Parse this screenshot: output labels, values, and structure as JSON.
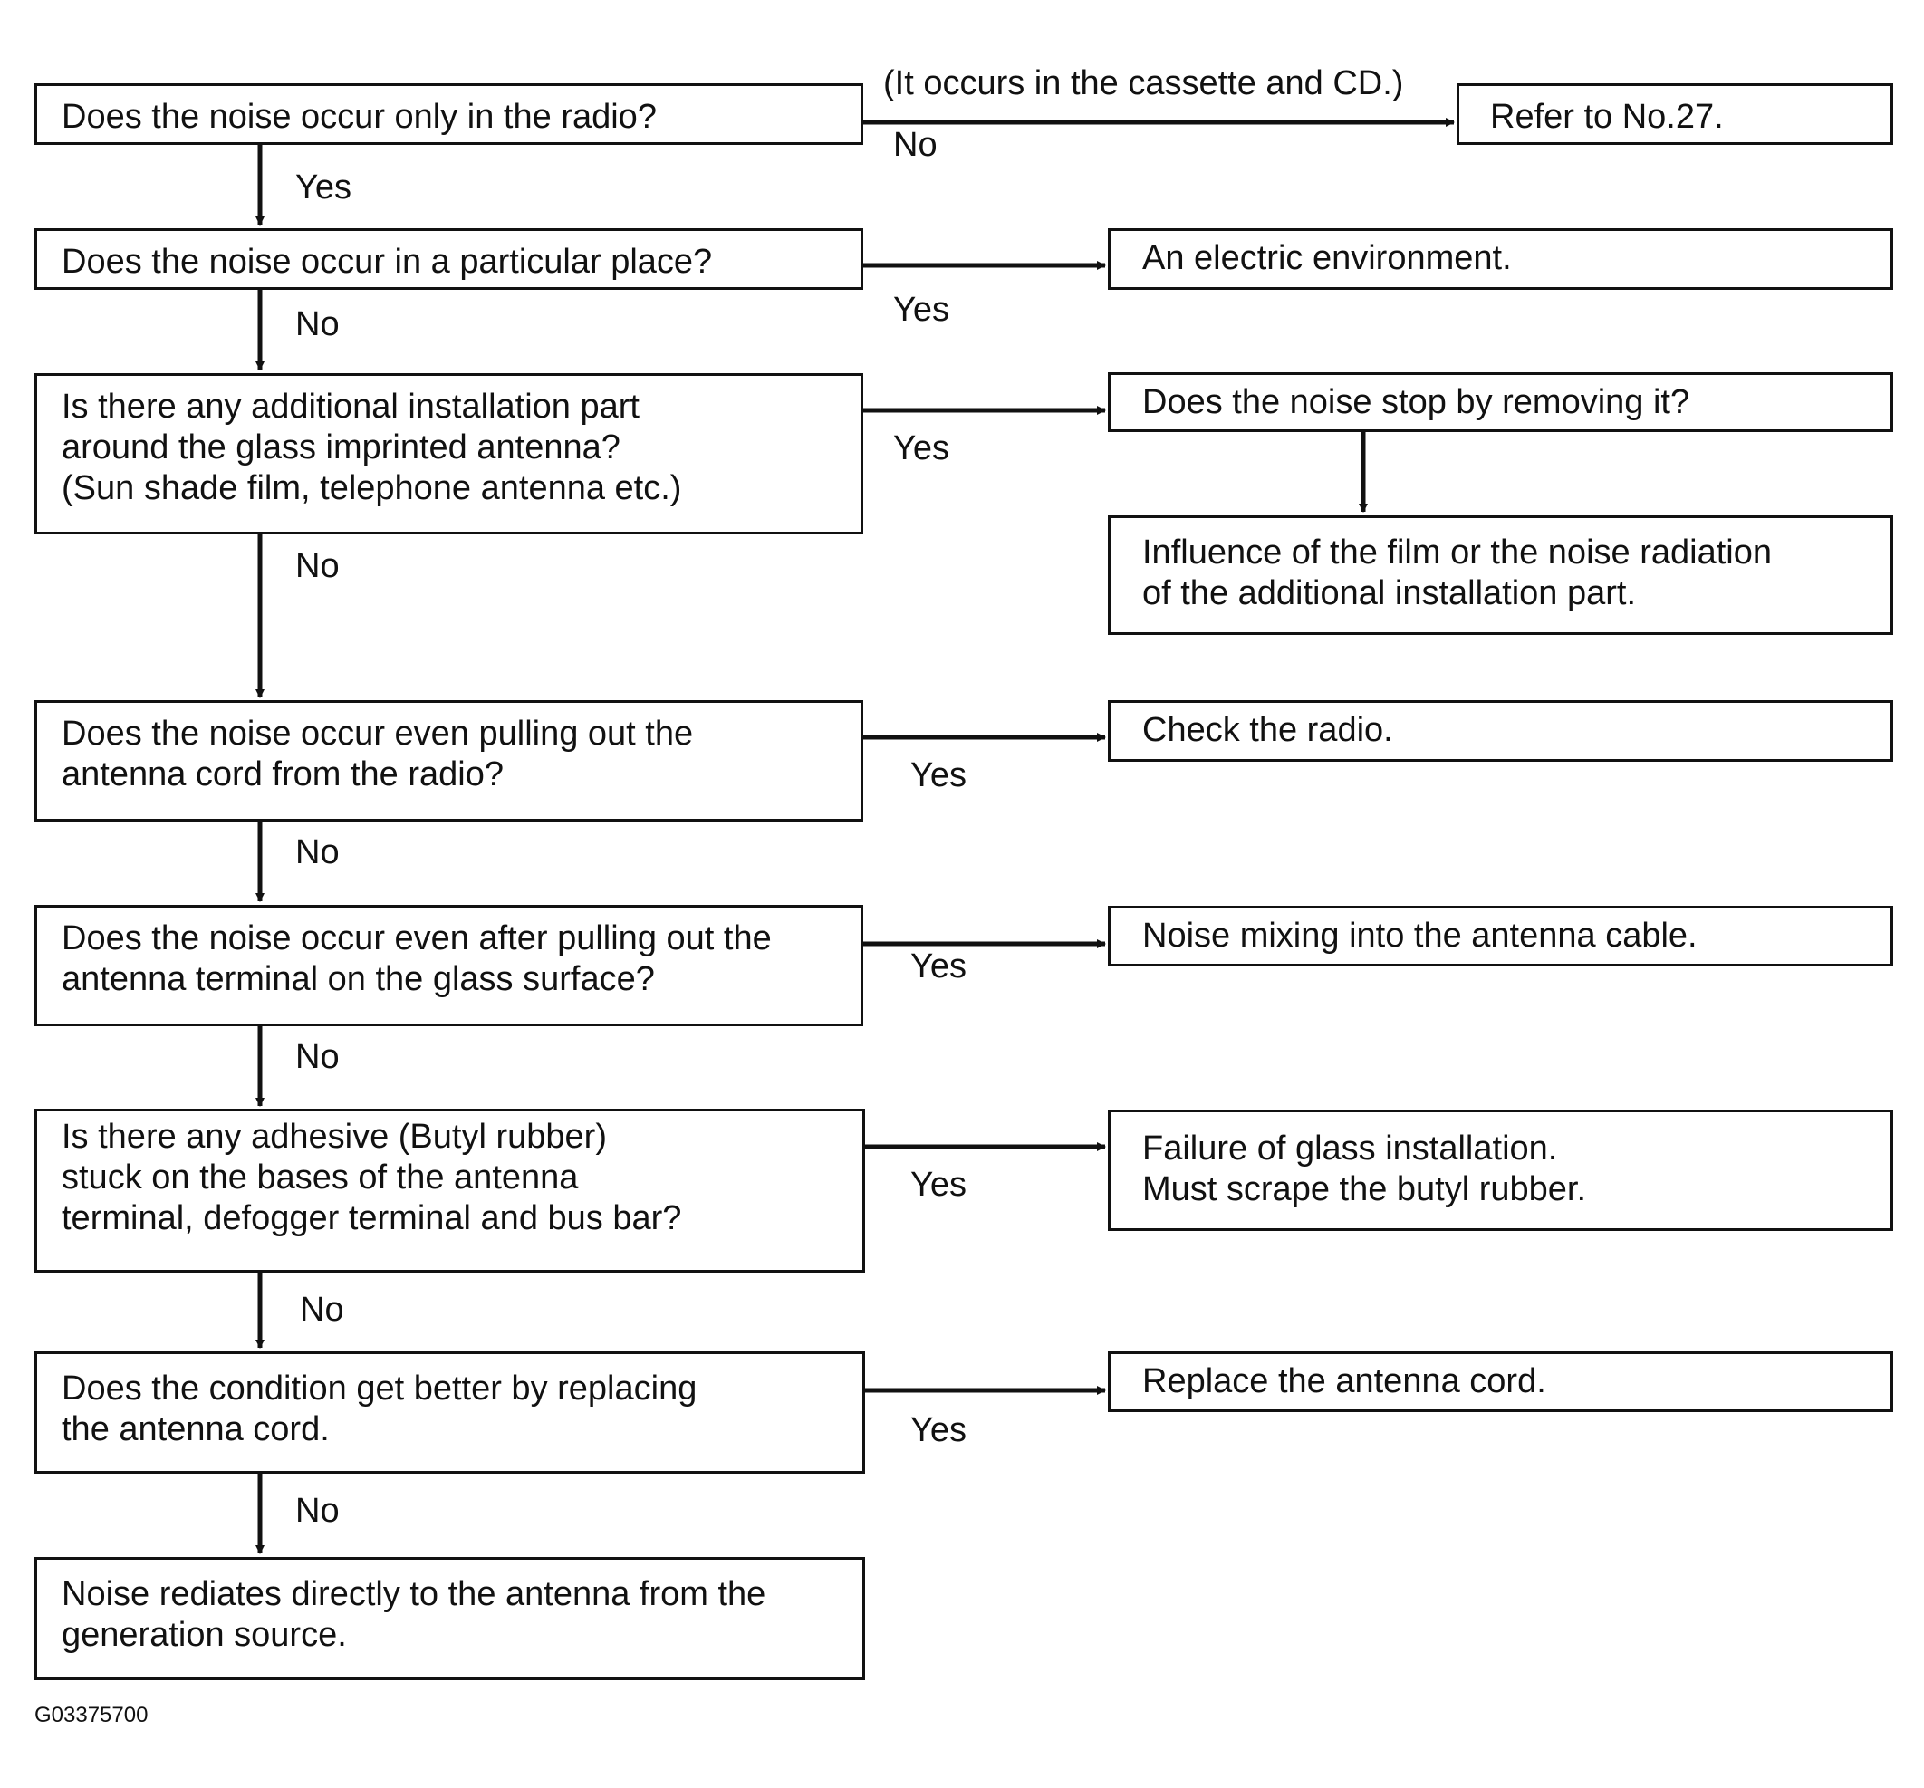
{
  "questions": [
    {
      "lines": [
        "Does the noise occur only in the radio?"
      ]
    },
    {
      "lines": [
        "Does the noise occur in a particular place?"
      ]
    },
    {
      "lines": [
        "Is there any additional installation part",
        "around the glass imprinted antenna?",
        "(Sun shade film, telephone antenna etc.)"
      ]
    },
    {
      "lines": [
        "Does the noise occur even pulling out the",
        "antenna cord from the radio?"
      ]
    },
    {
      "lines": [
        "Does the noise occur even after pulling out the",
        "antenna terminal on the glass surface?"
      ]
    },
    {
      "lines": [
        "Is there any adhesive (Butyl rubber)",
        "stuck on the bases of the antenna",
        "terminal, defogger terminal and bus bar?"
      ]
    },
    {
      "lines": [
        "Does the condition get better by replacing",
        "the antenna cord."
      ]
    },
    {
      "lines": [
        "Noise rediates directly to the antenna from the",
        "generation source."
      ]
    }
  ],
  "results": [
    {
      "lines": [
        "Refer to No.27."
      ]
    },
    {
      "lines": [
        "An electric environment."
      ]
    },
    {
      "lines": [
        "Does the noise stop by removing it?"
      ]
    },
    {
      "lines": [
        "Influence of the film or the noise radiation",
        "of the additional installation part."
      ]
    },
    {
      "lines": [
        "Check the radio."
      ]
    },
    {
      "lines": [
        "Noise mixing into the antenna cable."
      ]
    },
    {
      "lines": [
        "Failure of glass installation.",
        "Must scrape the butyl rubber."
      ]
    },
    {
      "lines": [
        "Replace the antenna cord."
      ]
    }
  ],
  "labels": {
    "top_note": "(It occurs in the cassette and CD.)",
    "no": "No",
    "yes": "Yes"
  },
  "caption": "G03375700"
}
